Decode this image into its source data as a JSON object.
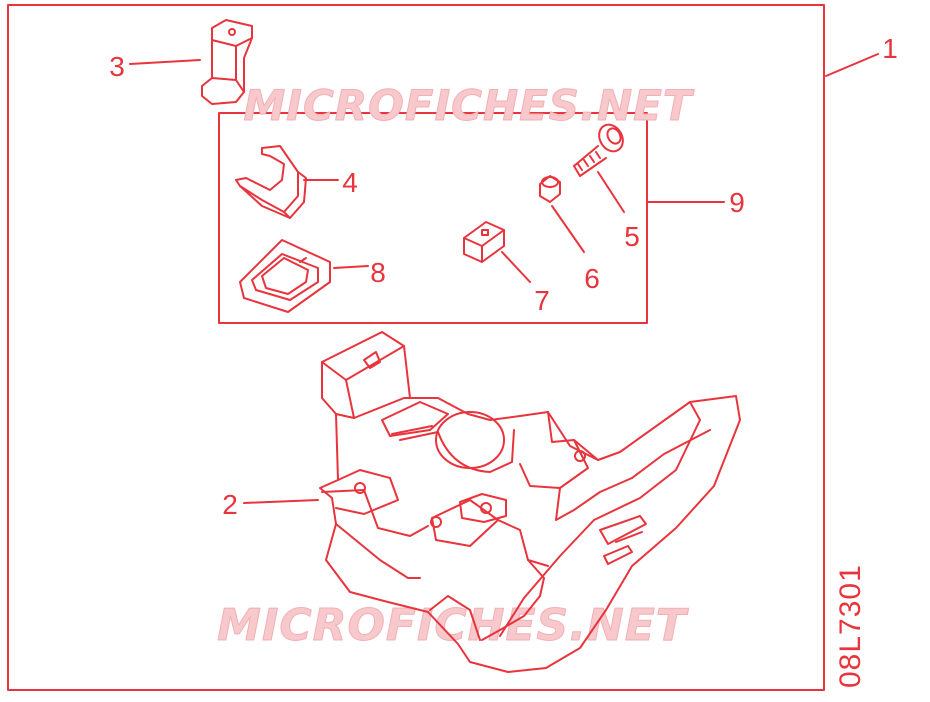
{
  "colors": {
    "line": "#e8343c",
    "watermark": "#f2b0b4"
  },
  "watermark": "MICROFICHES.NET",
  "diagram_code": "08L7301",
  "callouts": [
    "1",
    "2",
    "3",
    "4",
    "5",
    "6",
    "7",
    "8",
    "9"
  ]
}
